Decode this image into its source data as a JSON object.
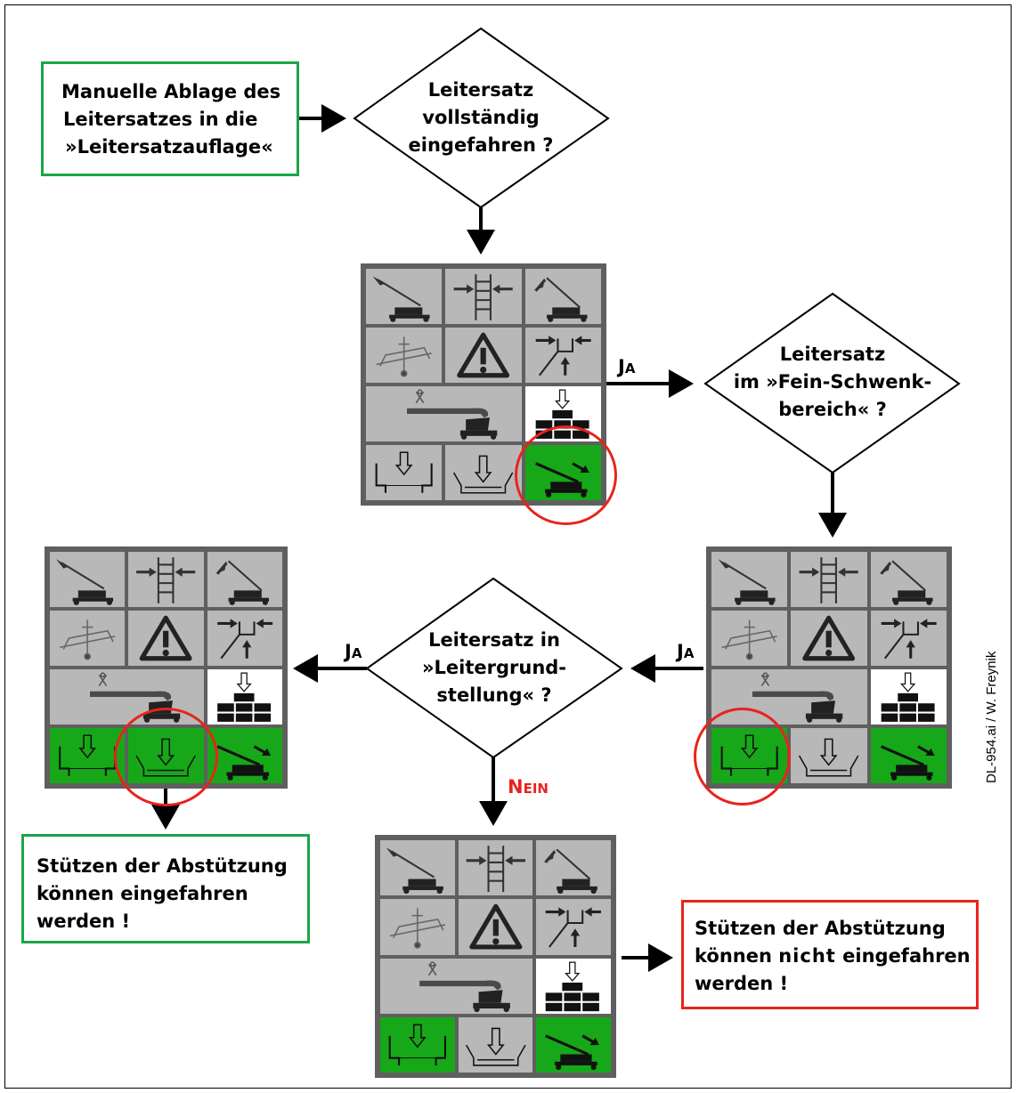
{
  "diagram": {
    "start_box": [
      "Manuelle Ablage des",
      "Leitersatzes in die",
      "»Leitersatzauflage«"
    ],
    "decision_1": [
      "Leitersatz",
      "vollständig",
      "eingefahren ?"
    ],
    "decision_2": [
      "Leitersatz",
      "im »Fein-Schwenk-",
      "bereich« ?"
    ],
    "decision_3": [
      "Leitersatz in",
      "»Leitergrund-",
      "stellung« ?"
    ],
    "yes_first": "J",
    "yes_rest": "A",
    "no_first": "N",
    "no_rest": "EIN",
    "result_ok": [
      "Stützen der Abstützung",
      "können eingefahren",
      "werden !"
    ],
    "result_fail_l1": "Stützen der Abstützung",
    "result_fail_l2_a": "können ",
    "result_fail_l2_b": "nicht",
    "result_fail_l2_c": " eingefahren",
    "result_fail_l3": "werden !",
    "credit": "DL-954.ai / W. Freynik"
  },
  "panels": {
    "panel_1": {
      "bottom_row_states": [
        "off",
        "off",
        "on"
      ],
      "highlight": "button-3"
    },
    "panel_2": {
      "bottom_row_states": [
        "on",
        "off",
        "on"
      ],
      "highlight": "button-1"
    },
    "panel_3": {
      "bottom_row_states": [
        "on",
        "on",
        "on"
      ],
      "highlight": "button-2"
    },
    "panel_4": {
      "bottom_row_states": [
        "on",
        "off",
        "on"
      ],
      "highlight": "none"
    }
  },
  "icons": [
    "ladder-lower-icon",
    "ladder-retract-icon",
    "ladder-raise-icon",
    "vehicle-tilt-icon",
    "warning-icon",
    "ladder-support-icon",
    "turntable-icon",
    "outrigger-blocks-icon",
    "outrigger-retract-icon",
    "outrigger-tray-icon",
    "ladder-rest-icon"
  ],
  "colors": {
    "active": "#16a818",
    "inactive": "#b8b8b8",
    "frame": "#5f5f5f",
    "ok_border": "#1aa64a",
    "fail_border": "#e8231d"
  }
}
